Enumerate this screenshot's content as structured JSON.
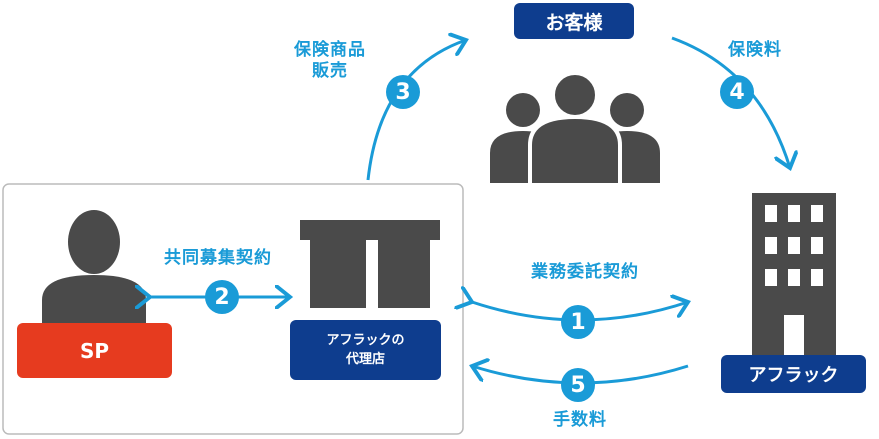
{
  "labels": {
    "customer": "お客様",
    "sp": "SP",
    "agency_line1": "アフラックの",
    "agency_line2": "代理店",
    "aflac": "アフラック",
    "joint_contract": "共同募集契約",
    "business_contract": "業務委託契約",
    "product_sales_1": "保険商品",
    "product_sales_2": "販売",
    "premium": "保険料",
    "commission": "手数料"
  },
  "steps": [
    "1",
    "2",
    "3",
    "4",
    "5"
  ],
  "colors": {
    "accent": "#1a9bd7",
    "navy": "#0e3d8e",
    "red": "#e63b1f",
    "gray": "#4a4a4a"
  }
}
